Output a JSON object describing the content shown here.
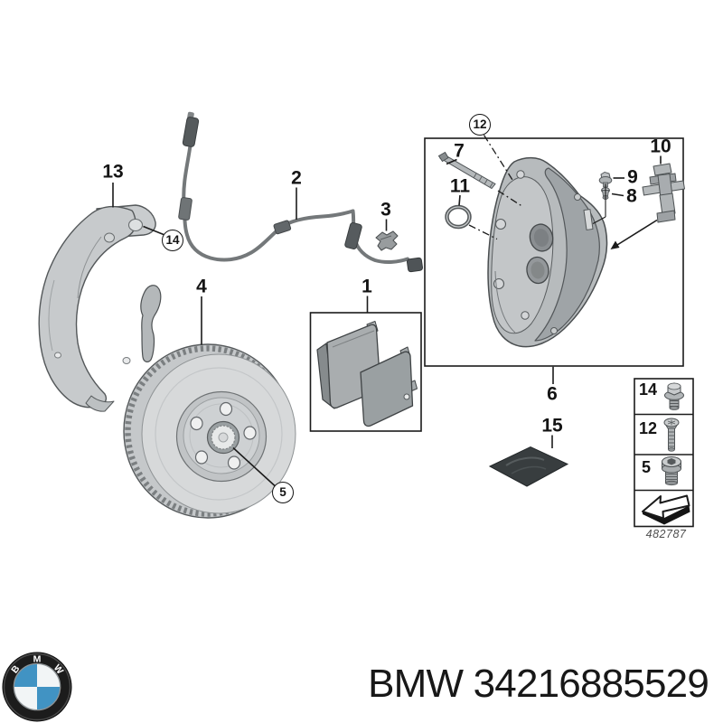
{
  "brand": {
    "text": "BMW 34216885529"
  },
  "logo": {
    "letters": [
      "B",
      "M",
      "W"
    ]
  },
  "diagram": {
    "figure_number": "482787",
    "callouts": {
      "c1": "1",
      "c2": "2",
      "c3": "3",
      "c4": "4",
      "c5": "5",
      "c6": "6",
      "c7": "7",
      "c8": "8",
      "c9": "9",
      "c10": "10",
      "c11": "11",
      "c12": "12",
      "c13": "13",
      "c14": "14",
      "c15": "15"
    },
    "legend": {
      "rows": [
        {
          "label": "14",
          "icon": "flange-bolt-icon"
        },
        {
          "label": "12",
          "icon": "torx-screw-icon"
        },
        {
          "label": "5",
          "icon": "socket-plug-icon"
        },
        {
          "label": "",
          "icon": "removal-direction-arrow-icon"
        }
      ]
    }
  }
}
